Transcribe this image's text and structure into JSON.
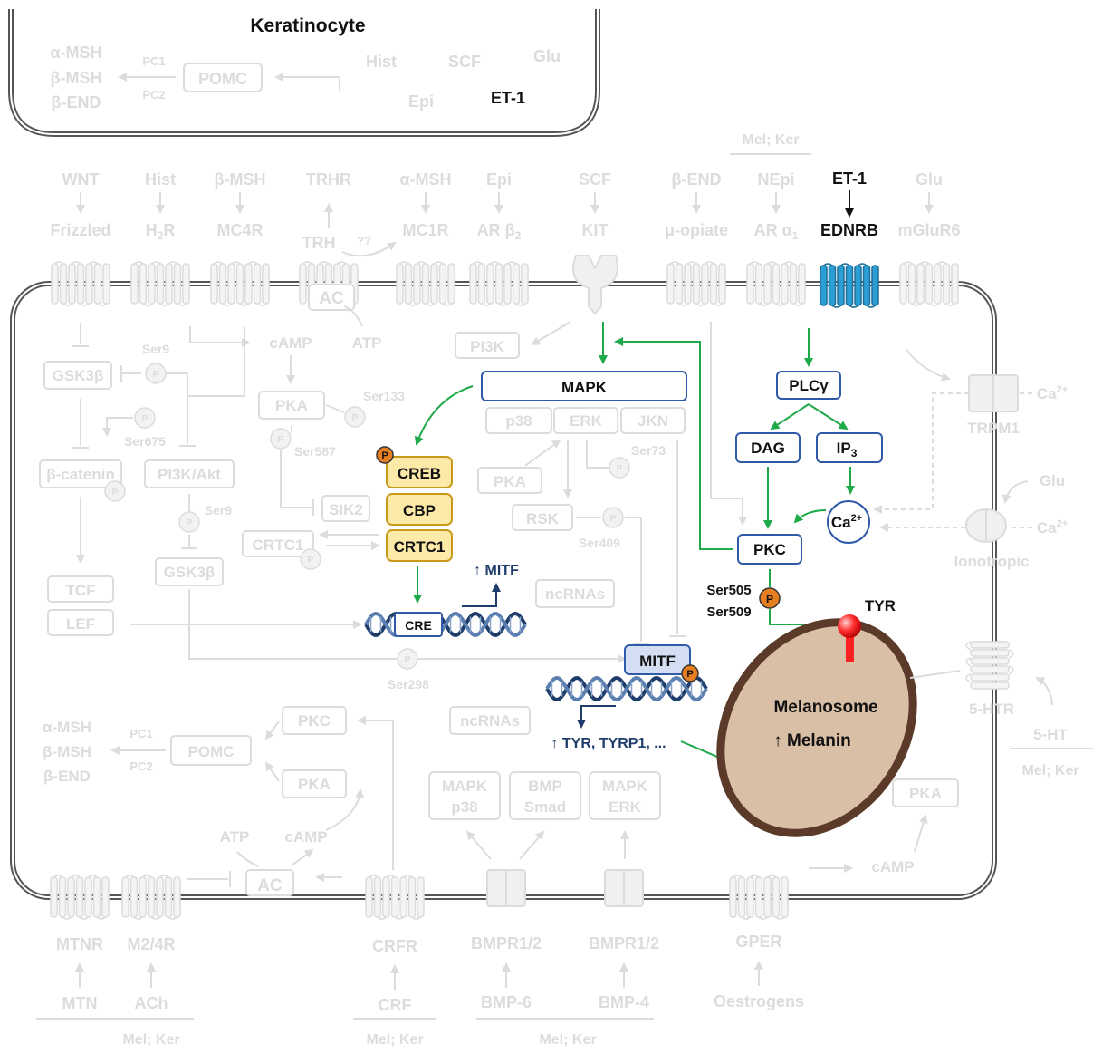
{
  "keratinocyte": {
    "title": "Keratinocyte",
    "msh_a": "α-MSH",
    "msh_b": "β-MSH",
    "end": "β-END",
    "pc1": "PC1",
    "pc2": "PC2",
    "pomc": "POMC",
    "hist": "Hist",
    "epi": "Epi",
    "scf": "SCF",
    "glu": "Glu",
    "et1": "ET-1"
  },
  "top_ligands": {
    "wnt": "WNT",
    "hist": "Hist",
    "bmsh": "β-MSH",
    "trhr": "TRHR",
    "amsh": "α-MSH",
    "epi": "Epi",
    "scf": "SCF",
    "bend": "β-END",
    "nepi": "NEpi",
    "et1": "ET-1",
    "glu": "Glu",
    "melker": "Mel; Ker"
  },
  "top_receptors": {
    "frizzled": "Frizzled",
    "h2r_base": "H",
    "h2r_sub": "2",
    "h2r_end": "R",
    "mc4r": "MC4R",
    "trh": "TRH",
    "qq": "??",
    "mc1r": "MC1R",
    "arb_base": "AR β",
    "arb_sub": "2",
    "kit": "KIT",
    "mu": "μ-opiate",
    "ara_base": "AR α",
    "ara_sub": "1",
    "ednrb": "EDNRB",
    "mglur6": "mGluR6"
  },
  "left_pathway": {
    "gsk3b": "GSK3β",
    "ser9": "Ser9",
    "ser675": "Ser675",
    "bcatenin": "β-catenin",
    "pi3kakt": "PI3K/Akt",
    "ser9b": "Ser9",
    "gsk3b2": "GSK3β",
    "tcf": "TCF",
    "lef": "LEF",
    "ac": "AC",
    "camp": "cAMP",
    "atp": "ATP",
    "pka": "PKA",
    "ser133": "Ser133",
    "ser587": "Ser587",
    "sik2": "SIK2",
    "crtc1": "CRTC1",
    "pi3k": "PI3K",
    "ser298": "Ser298",
    "p": "P"
  },
  "mapk_block": {
    "mapk": "MAPK",
    "p38": "p38",
    "erk": "ERK",
    "jkn": "JKN",
    "pka": "PKA",
    "rsk": "RSK",
    "ser73": "Ser73",
    "ser409": "Ser409",
    "ncrnas": "ncRNAs"
  },
  "active": {
    "plcg": "PLCγ",
    "dag": "DAG",
    "ip3_base": "IP",
    "ip3_sub": "3",
    "ca_base": "Ca",
    "ca_sup": "2+",
    "pkc": "PKC",
    "ser505": "Ser505",
    "ser509": "Ser509",
    "tyr": "TYR",
    "creb": "CREB",
    "cbp": "CBP",
    "crtc1": "CRTC1",
    "cre": "CRE",
    "mitf_up": "↑ MITF",
    "mitf": "MITF",
    "tyr_genes": "↑ TYR, TYRP1, ...",
    "melanosome": "Melanosome",
    "melanin": "↑ Melanin",
    "p": "P"
  },
  "right_side": {
    "ca_base": "Ca",
    "ca_sup": "2+",
    "trpm1": "TRPM1",
    "glu": "Glu",
    "ca2_base": "Ca",
    "ca2_sup": "2+",
    "ionotropic": "Ionotropic",
    "htr": "5-HTR",
    "ht": "5-HT",
    "melker": "Mel; Ker",
    "pka": "PKA",
    "camp": "cAMP"
  },
  "bottom_inner": {
    "amsh": "α-MSH",
    "bmsh": "β-MSH",
    "bend": "β-END",
    "pc1": "PC1",
    "pc2": "PC2",
    "pomc": "POMC",
    "pkc": "PKC",
    "pka": "PKA",
    "ncrnas": "ncRNAs",
    "mapk1": "MAPK",
    "p38": "p38",
    "bmp": "BMP",
    "smad": "Smad",
    "mapk2": "MAPK",
    "erk": "ERK",
    "atp": "ATP",
    "camp": "cAMP",
    "ac": "AC"
  },
  "bottom_receptors": {
    "mtnr": "MTNR",
    "m24r": "M2/4R",
    "crfr": "CRFR",
    "bmpr1": "BMPR1/2",
    "bmpr2": "BMPR1/2",
    "gper": "GPER",
    "mtn": "MTN",
    "ach": "ACh",
    "crf": "CRF",
    "bmp6": "BMP-6",
    "bmp4": "BMP-4",
    "oestrogens": "Oestrogens",
    "melker1": "Mel; Ker",
    "melker2": "Mel; Ker",
    "melker3": "Mel; Ker"
  },
  "colors": {
    "active_green": "#1faa4a",
    "receptor_blue": "#2a9fd6",
    "box_blue": "#2f5aa8",
    "creb_fill": "#fde9a8",
    "creb_stroke": "#c79a1a",
    "phospho": "#e67e22",
    "melanosome_ring": "#5b3a29",
    "melanosome_fill": "#d9bfa5",
    "faded": "#dcdcdc",
    "navy": "#1f3d6b"
  }
}
